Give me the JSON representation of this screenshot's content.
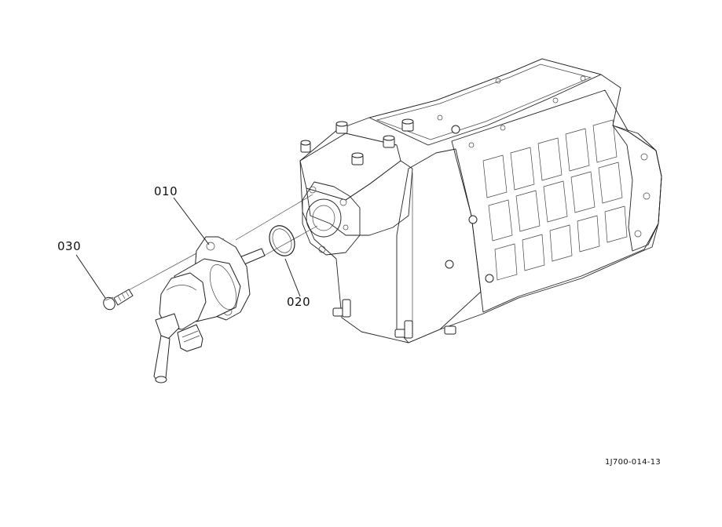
{
  "callouts": {
    "part_010": "010",
    "part_020": "020",
    "part_030": "030"
  },
  "figure_code": "1J700-014-13"
}
